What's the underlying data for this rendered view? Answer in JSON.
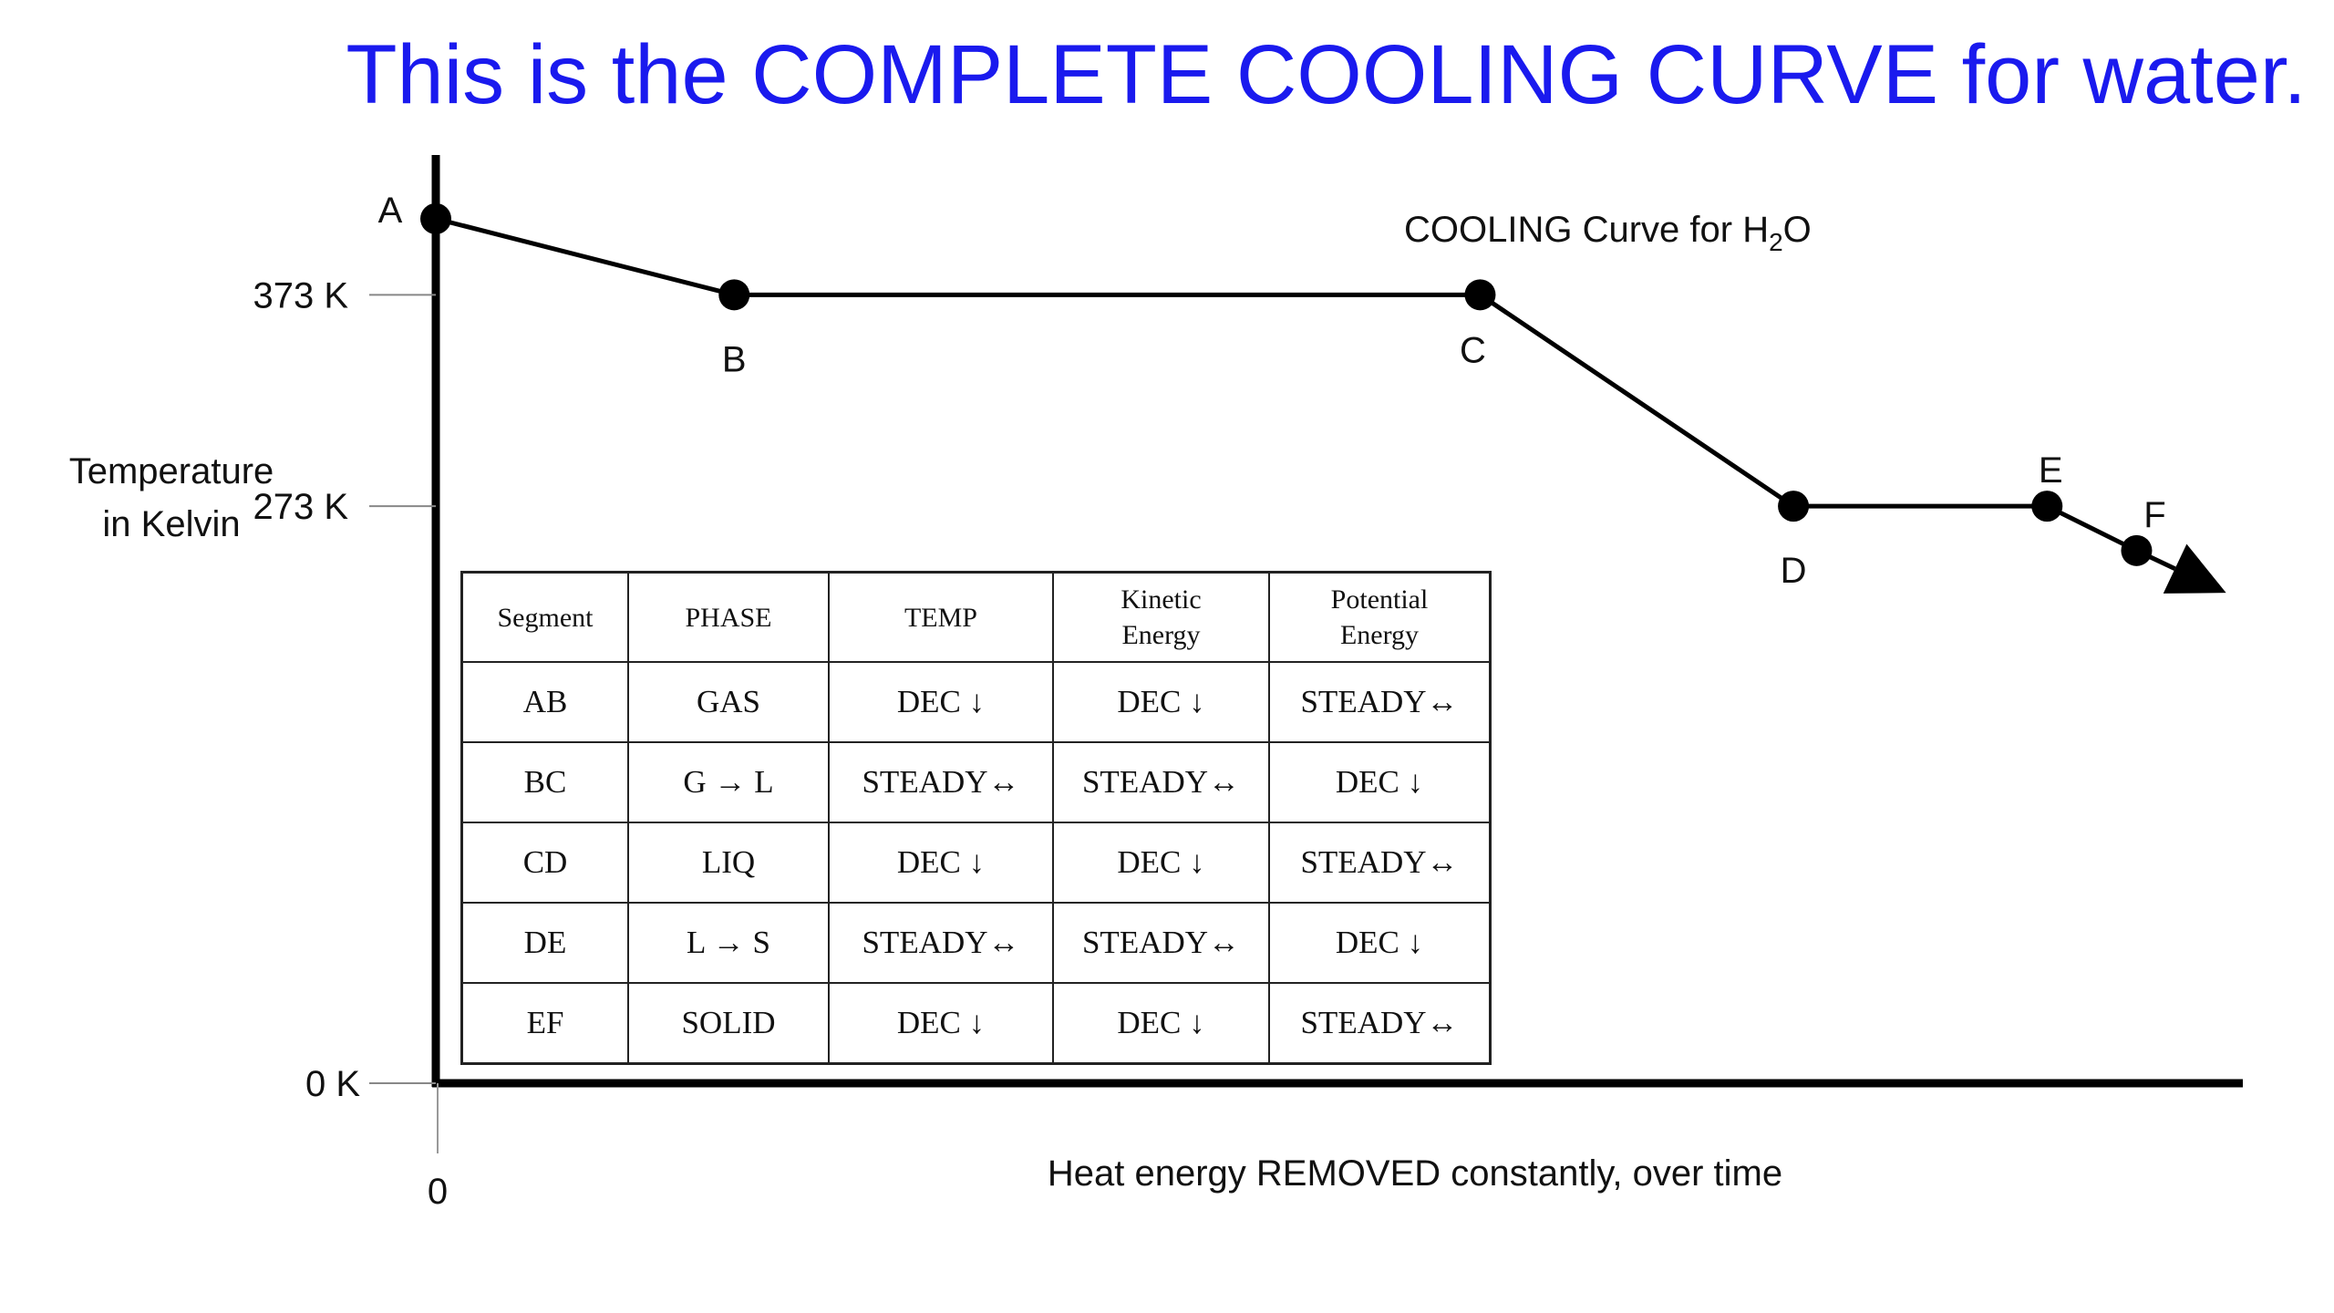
{
  "slide": {
    "title": "This is the COMPLETE COOLING CURVE for water."
  },
  "chart_data": {
    "type": "line",
    "title_main": "COOLING Curve for H",
    "title_sub": "2",
    "title_end": "O",
    "ylabel_line1": "Temperature",
    "ylabel_line2": "in Kelvin",
    "xlabel": "Heat energy REMOVED constantly, over time",
    "x_origin_label": "0",
    "y_ticks": [
      {
        "value": 373,
        "label": "373 K"
      },
      {
        "value": 273,
        "label": "273 K"
      },
      {
        "value": 0,
        "label": "0 K"
      }
    ],
    "points": [
      {
        "label": "A",
        "x": 0,
        "y": 409
      },
      {
        "label": "B",
        "x": 2,
        "y": 373
      },
      {
        "label": "C",
        "x": 7,
        "y": 373
      },
      {
        "label": "D",
        "x": 9.1,
        "y": 273
      },
      {
        "label": "E",
        "x": 10.8,
        "y": 273
      },
      {
        "label": "F",
        "x": 11.4,
        "y": 252
      }
    ],
    "arrow_end": {
      "x": 12.0,
      "y": 232
    },
    "xlim": [
      0,
      12.1
    ],
    "ylim": [
      0,
      440
    ],
    "line_color": "#000000",
    "title_color": "#1a1aee"
  },
  "table": {
    "headers": [
      [
        "Segment"
      ],
      [
        "PHASE"
      ],
      [
        "TEMP"
      ],
      [
        "Kinetic",
        "Energy"
      ],
      [
        "Potential",
        "Energy"
      ]
    ],
    "rows": [
      [
        "AB",
        "GAS",
        "DEC ↓",
        "DEC ↓",
        "STEADY↔"
      ],
      [
        "BC",
        "G → L",
        "STEADY↔",
        "STEADY↔",
        "DEC ↓"
      ],
      [
        "CD",
        "LIQ",
        "DEC ↓",
        "DEC ↓",
        "STEADY↔"
      ],
      [
        "DE",
        "L → S",
        "STEADY↔",
        "STEADY↔",
        "DEC ↓"
      ],
      [
        "EF",
        "SOLID",
        "DEC ↓",
        "DEC ↓",
        "STEADY↔"
      ]
    ]
  }
}
